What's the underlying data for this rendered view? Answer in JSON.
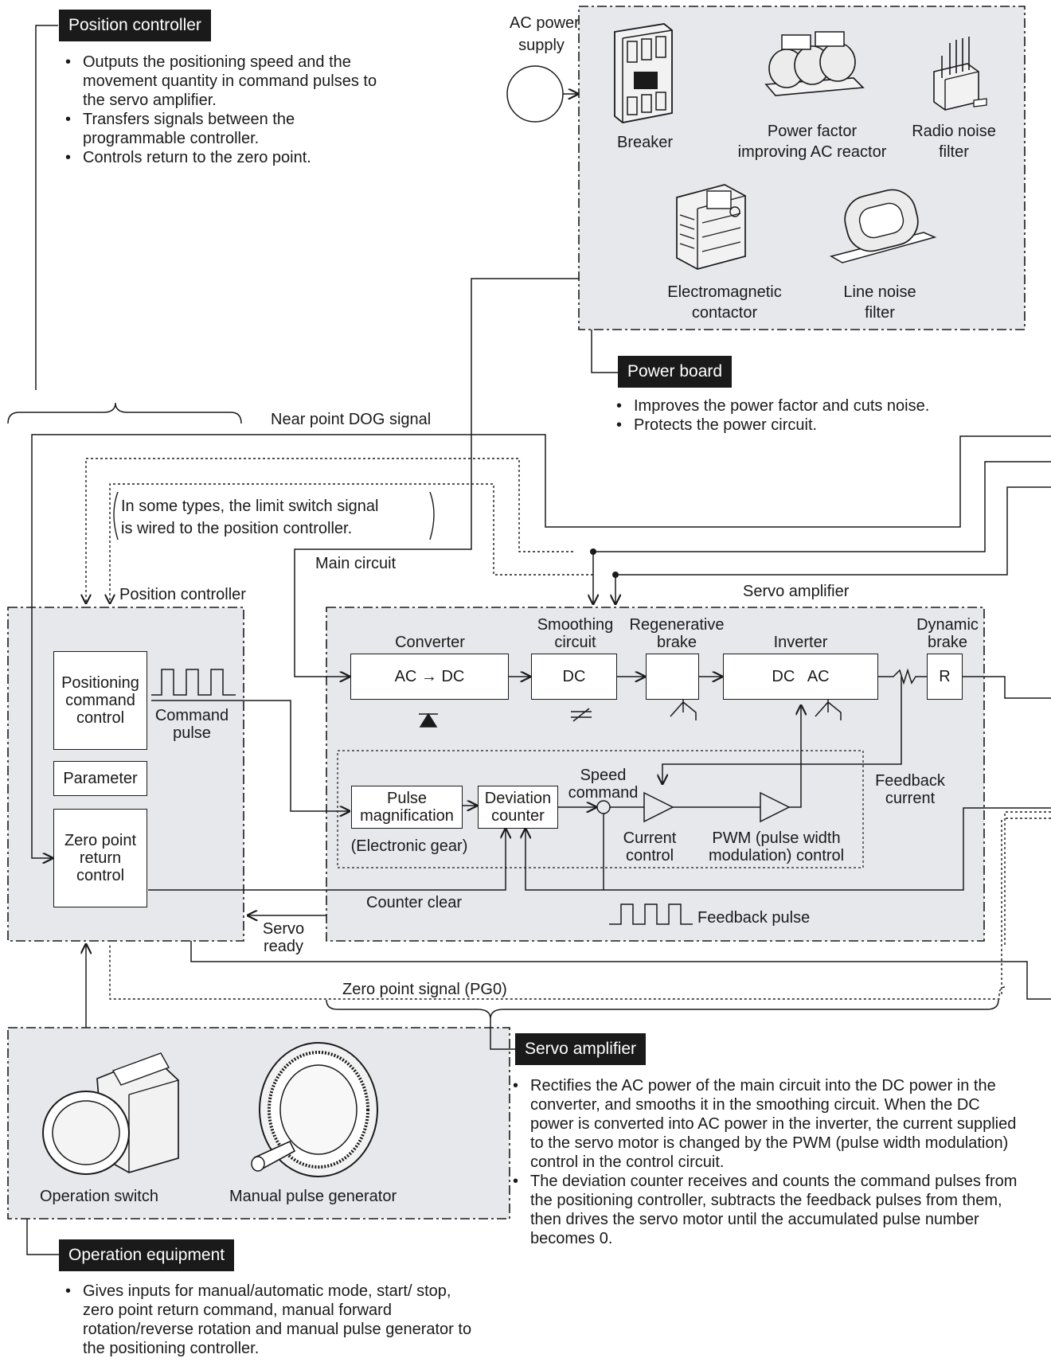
{
  "power_section": {
    "source_label_line1": "AC power",
    "source_label_line2": "supply",
    "items": [
      {
        "label_line1": "Breaker",
        "label_line2": ""
      },
      {
        "label_line1": "Power factor",
        "label_line2": "improving AC reactor"
      },
      {
        "label_line1": "Radio noise",
        "label_line2": "filter"
      },
      {
        "label_line1": "Electromagnetic",
        "label_line2": "contactor"
      },
      {
        "label_line1": "Line noise",
        "label_line2": "filter"
      }
    ]
  },
  "position_controller_callout": {
    "title": "Position controller",
    "bullets": [
      "Outputs the positioning speed and the movement quantity in command pulses to the servo amplifier.",
      "Transfers signals between the programmable controller.",
      "Controls return to the zero point."
    ]
  },
  "power_board_callout": {
    "title": "Power board",
    "bullets": [
      "Improves the power factor and cuts noise.",
      "Protects the power circuit."
    ]
  },
  "servo_amplifier_callout": {
    "title": "Servo amplifier",
    "bullets": [
      "Rectifies the AC power of the main circuit into the DC power in the converter, and smooths it in the smoothing circuit. When the DC power is converted into AC power in the inverter, the current supplied to the servo motor is changed by the PWM (pulse width modulation) control in the control circuit.",
      "The deviation counter receives and counts the command pulses from the positioning controller, subtracts the feedback pulses from them, then drives the servo motor until the accumulated pulse number becomes 0."
    ]
  },
  "operation_equipment_callout": {
    "title": "Operation equipment",
    "bullets": [
      "Gives inputs for manual/automatic mode, start/ stop, zero point return command, manual forward rotation/reverse rotation and manual pulse generator to the positioning controller."
    ]
  },
  "signals": {
    "near_point_dog": "Near point DOG signal",
    "limit_note_line1": "In some types, the limit switch signal",
    "limit_note_line2": "is wired to the position controller.",
    "main_circuit": "Main circuit",
    "servo_ready_line1": "Servo",
    "servo_ready_line2": "ready",
    "zero_point_signal": "Zero point signal (PG0)",
    "counter_clear": "Counter clear",
    "feedback_pulse": "Feedback pulse",
    "feedback_current_line1": "Feedback",
    "feedback_current_line2": "current",
    "speed_command_line1": "Speed",
    "speed_command_line2": "command",
    "command_pulse_line1": "Command",
    "command_pulse_line2": "pulse"
  },
  "position_controller_block": {
    "title": "Position controller",
    "positioning_line1": "Positioning",
    "positioning_line2": "command",
    "positioning_line3": "control",
    "parameter": "Parameter",
    "zero_line1": "Zero point",
    "zero_line2": "return",
    "zero_line3": "control"
  },
  "servo_amplifier_block": {
    "title": "Servo amplifier",
    "converter_title": "Converter",
    "converter_body": "AC → DC",
    "smoothing_line1": "Smoothing",
    "smoothing_line2": "circuit",
    "smoothing_body": "DC",
    "regen_line1": "Regenerative",
    "regen_line2": "brake",
    "inverter_title": "Inverter",
    "inverter_body": "DC   AC",
    "dynamic_line1": "Dynamic",
    "dynamic_line2": "brake",
    "dynamic_body": "R",
    "pulse_mag_line1": "Pulse",
    "pulse_mag_line2": "magnification",
    "electronic_gear": "(Electronic gear)",
    "deviation_line1": "Deviation",
    "deviation_line2": "counter",
    "current_control_line1": "Current",
    "current_control_line2": "control",
    "pwm_line1": "PWM (pulse width",
    "pwm_line2": "modulation) control"
  },
  "operation_section": {
    "operation_switch": "Operation switch",
    "manual_pulse_generator": "Manual pulse generator"
  },
  "colors": {
    "panel_fill": "#e6e8ec",
    "ink": "#1a1a1a",
    "tag_bg": "#1a1a1a",
    "tag_text": "#ffffff"
  }
}
